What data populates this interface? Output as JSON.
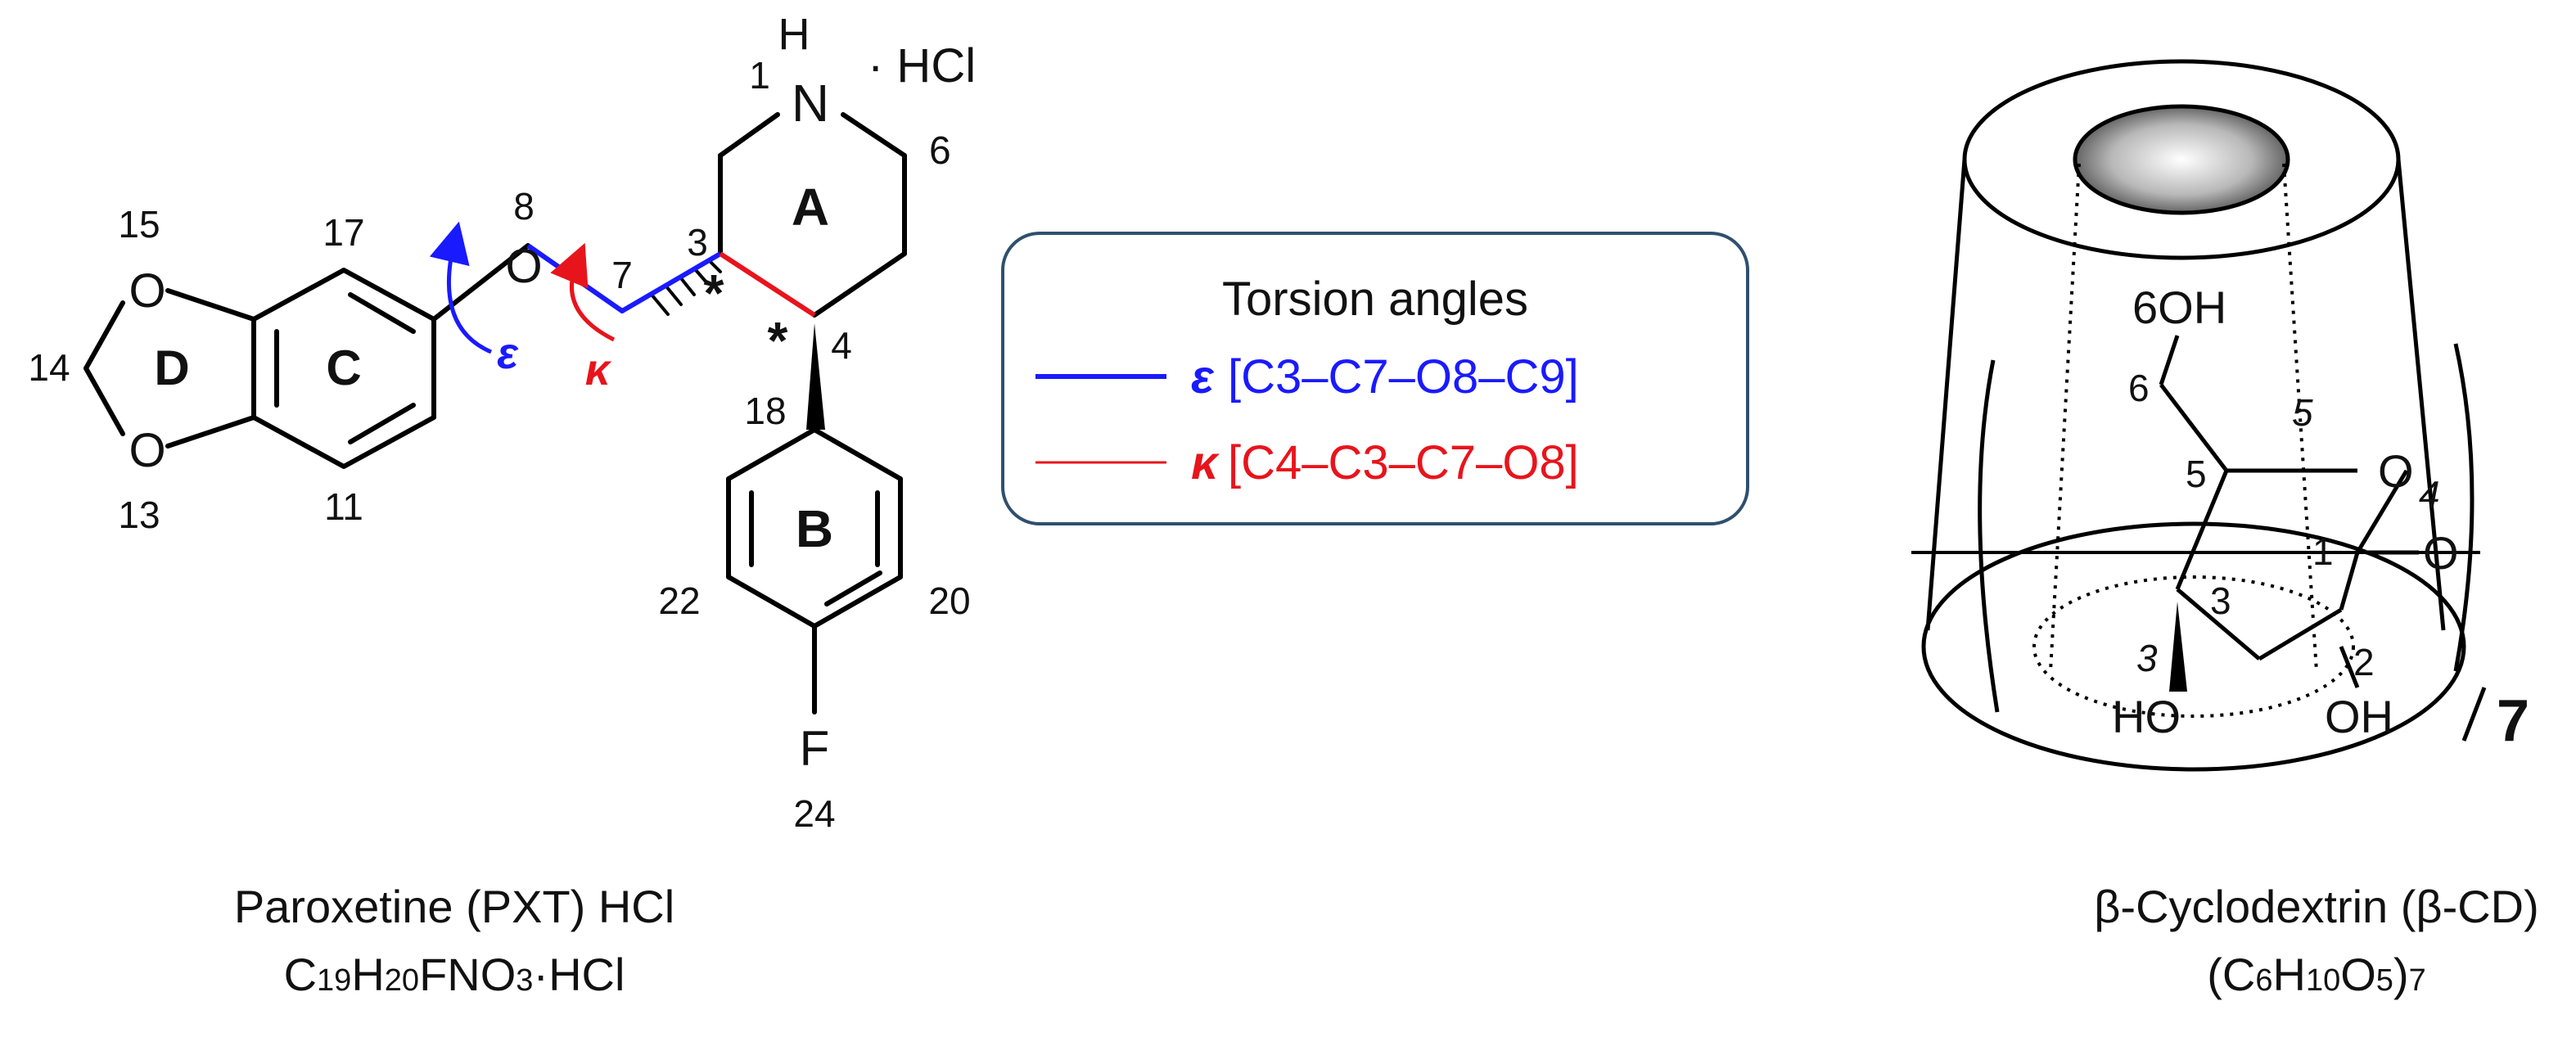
{
  "paroxetine": {
    "salt": "· HCl",
    "atoms": {
      "n1": "1",
      "h": "H",
      "n": "N",
      "c6": "6",
      "c3": "3",
      "c4": "4",
      "c7": "7",
      "o8label": "8",
      "o": "O",
      "c15": "15",
      "c17": "17",
      "c14": "14",
      "c13": "13",
      "c11": "11",
      "c18": "18",
      "c22": "22",
      "c20": "20",
      "f": "F",
      "c24": "24",
      "star": "*"
    },
    "rings": {
      "a": "A",
      "b": "B",
      "c": "C",
      "d": "D"
    },
    "epsilon": "ε",
    "kappa": "κ",
    "name": "Paroxetine (PXT) HCl",
    "formula": {
      "c": "C",
      "c_sub": "19",
      "h": "H",
      "h_sub": "20",
      "rest": "FNO",
      "o_sub": "3",
      "tail": "·HCl"
    }
  },
  "legend": {
    "title": "Torsion angles",
    "epsilon_symbol": "ε",
    "epsilon_text": "[C3–C7–O8–C9]",
    "kappa_symbol": "κ",
    "kappa_text": "[C4–C3–C7–O8]",
    "epsilon_color": "#1a1aff",
    "kappa_color": "#e8141c"
  },
  "cyclodextrin": {
    "oh6": "6OH",
    "c6": "6",
    "o5": "5",
    "o": "O",
    "c5": "5",
    "c4": "4",
    "c1": "1",
    "c3": "3",
    "c3b": "3",
    "c2": "2",
    "ho": "HO",
    "oh": "OH",
    "repeat": "7",
    "name": "β-Cyclodextrin (β-CD)",
    "formula": {
      "open": "(C",
      "c_sub": "6",
      "h": "H",
      "h_sub": "10",
      "o": "O",
      "o_sub": "5",
      "close": ")",
      "n_sub": "7"
    }
  }
}
